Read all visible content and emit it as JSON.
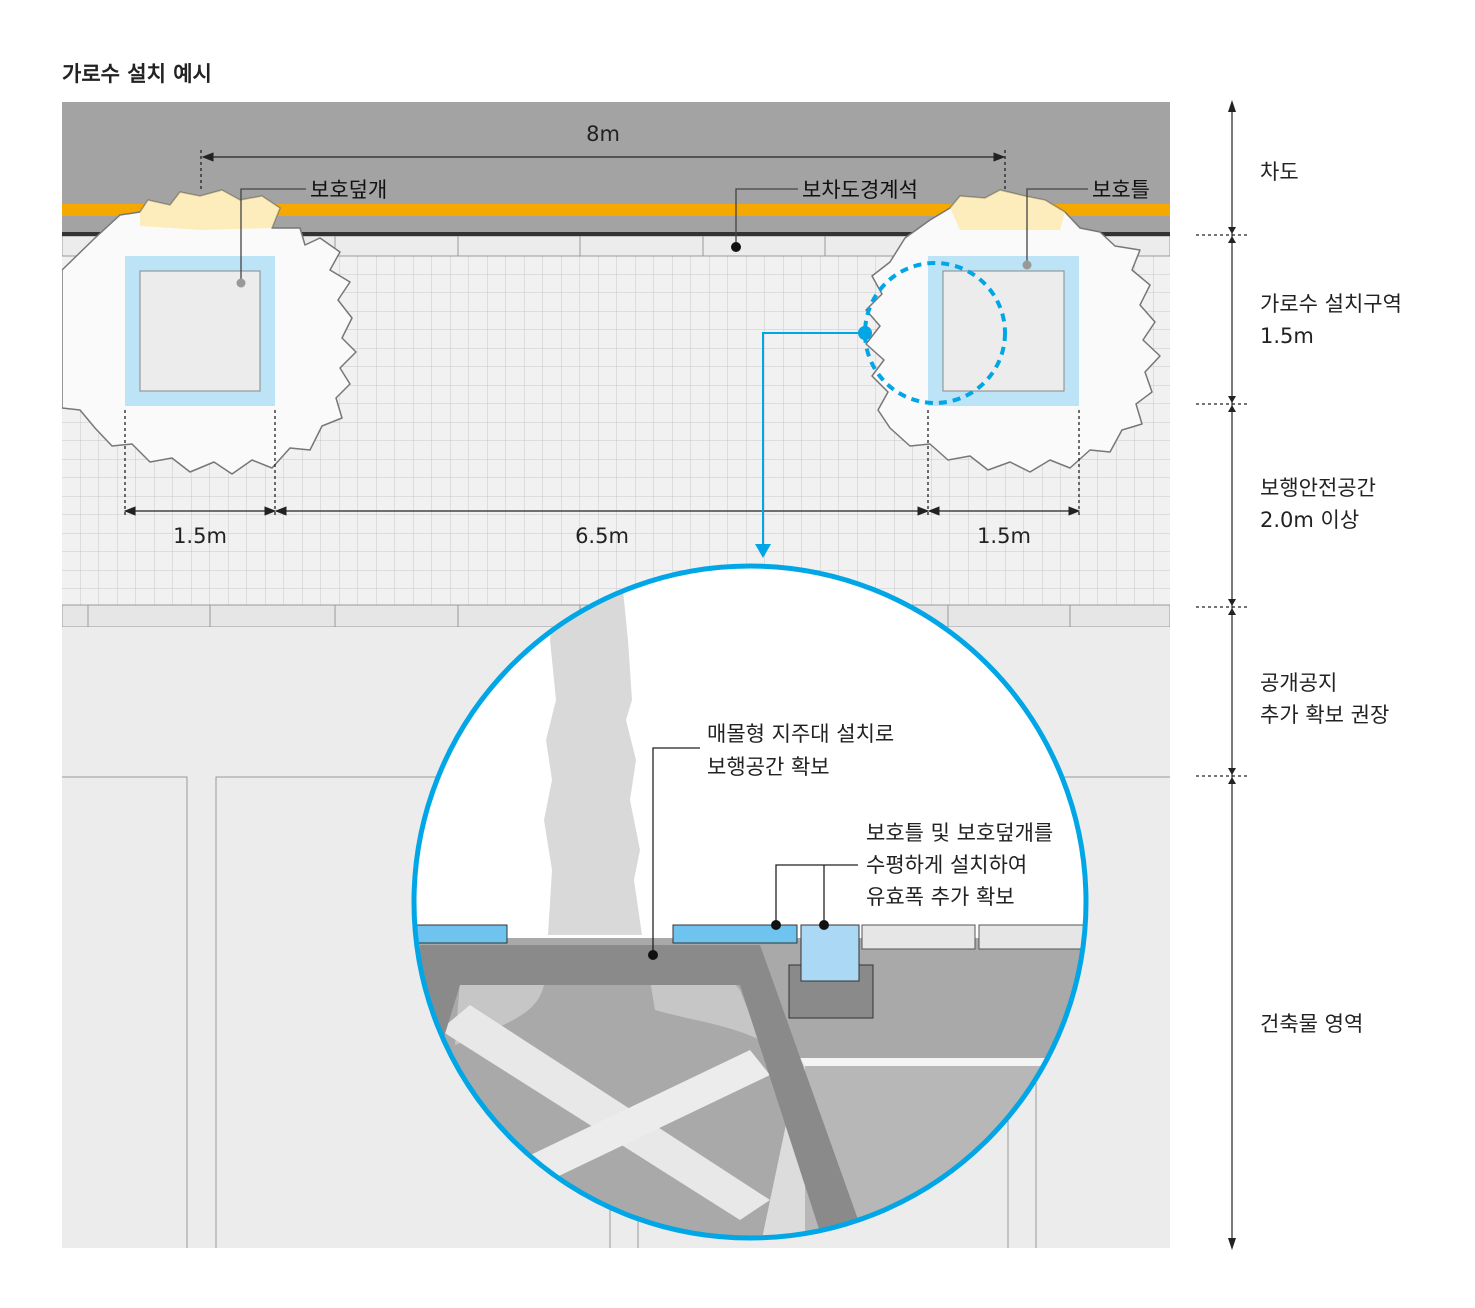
{
  "title": "가로수 설치 예시",
  "dimensions": {
    "total_spacing": "8m",
    "tree_zone_left": "1.5m",
    "gap_between": "6.5m",
    "tree_zone_right": "1.5m"
  },
  "callouts": {
    "protective_cover": "보호덮개",
    "curb": "보차도경계석",
    "protective_frame": "보호틀"
  },
  "zones": [
    {
      "name": "차도",
      "sub": ""
    },
    {
      "name": "가로수 설치구역",
      "sub": "1.5m"
    },
    {
      "name": "보행안전공간",
      "sub": "2.0m 이상"
    },
    {
      "name": "공개공지",
      "sub": "추가 확보 권장"
    },
    {
      "name": "건축물 영역",
      "sub": ""
    }
  ],
  "detail": {
    "note1_line1": "매몰형 지주대 설치로",
    "note1_line2": "보행공간 확보",
    "note2_line1": "보호틀 및 보호덮개를",
    "note2_line2": "수평하게 설치하여",
    "note2_line3": "유효폭 추가 확보"
  },
  "colors": {
    "road": "#a3a3a3",
    "curb_line": "#f5a800",
    "highlight": "#00a6e6",
    "frame": "#bde3f7",
    "pavement": "#f1f1f1",
    "building": "#ececec"
  }
}
